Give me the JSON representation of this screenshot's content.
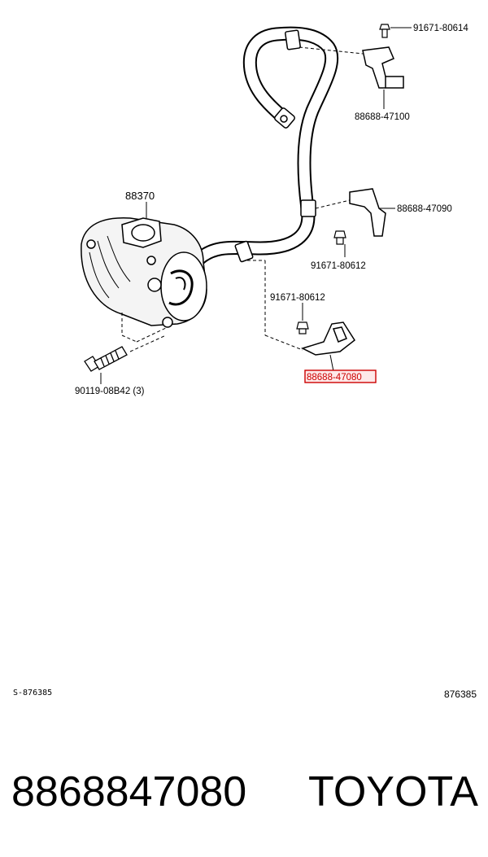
{
  "diagram": {
    "labels": {
      "bolt_top": "91671-80614",
      "bracket_top": "88688-47100",
      "compressor": "88370",
      "bracket_mid": "88688-47090",
      "bolt_mid": "91671-80612",
      "bolt_low": "91671-80612",
      "bracket_low": "88688-47080",
      "compressor_bolt": "90119-08B42 (3)"
    },
    "highlight_color": "#cc0000"
  },
  "footer": {
    "ref_left": "S-876385",
    "ref_right": "876385"
  },
  "title": {
    "part_number": "8868847080",
    "brand": "TOYOTA"
  }
}
